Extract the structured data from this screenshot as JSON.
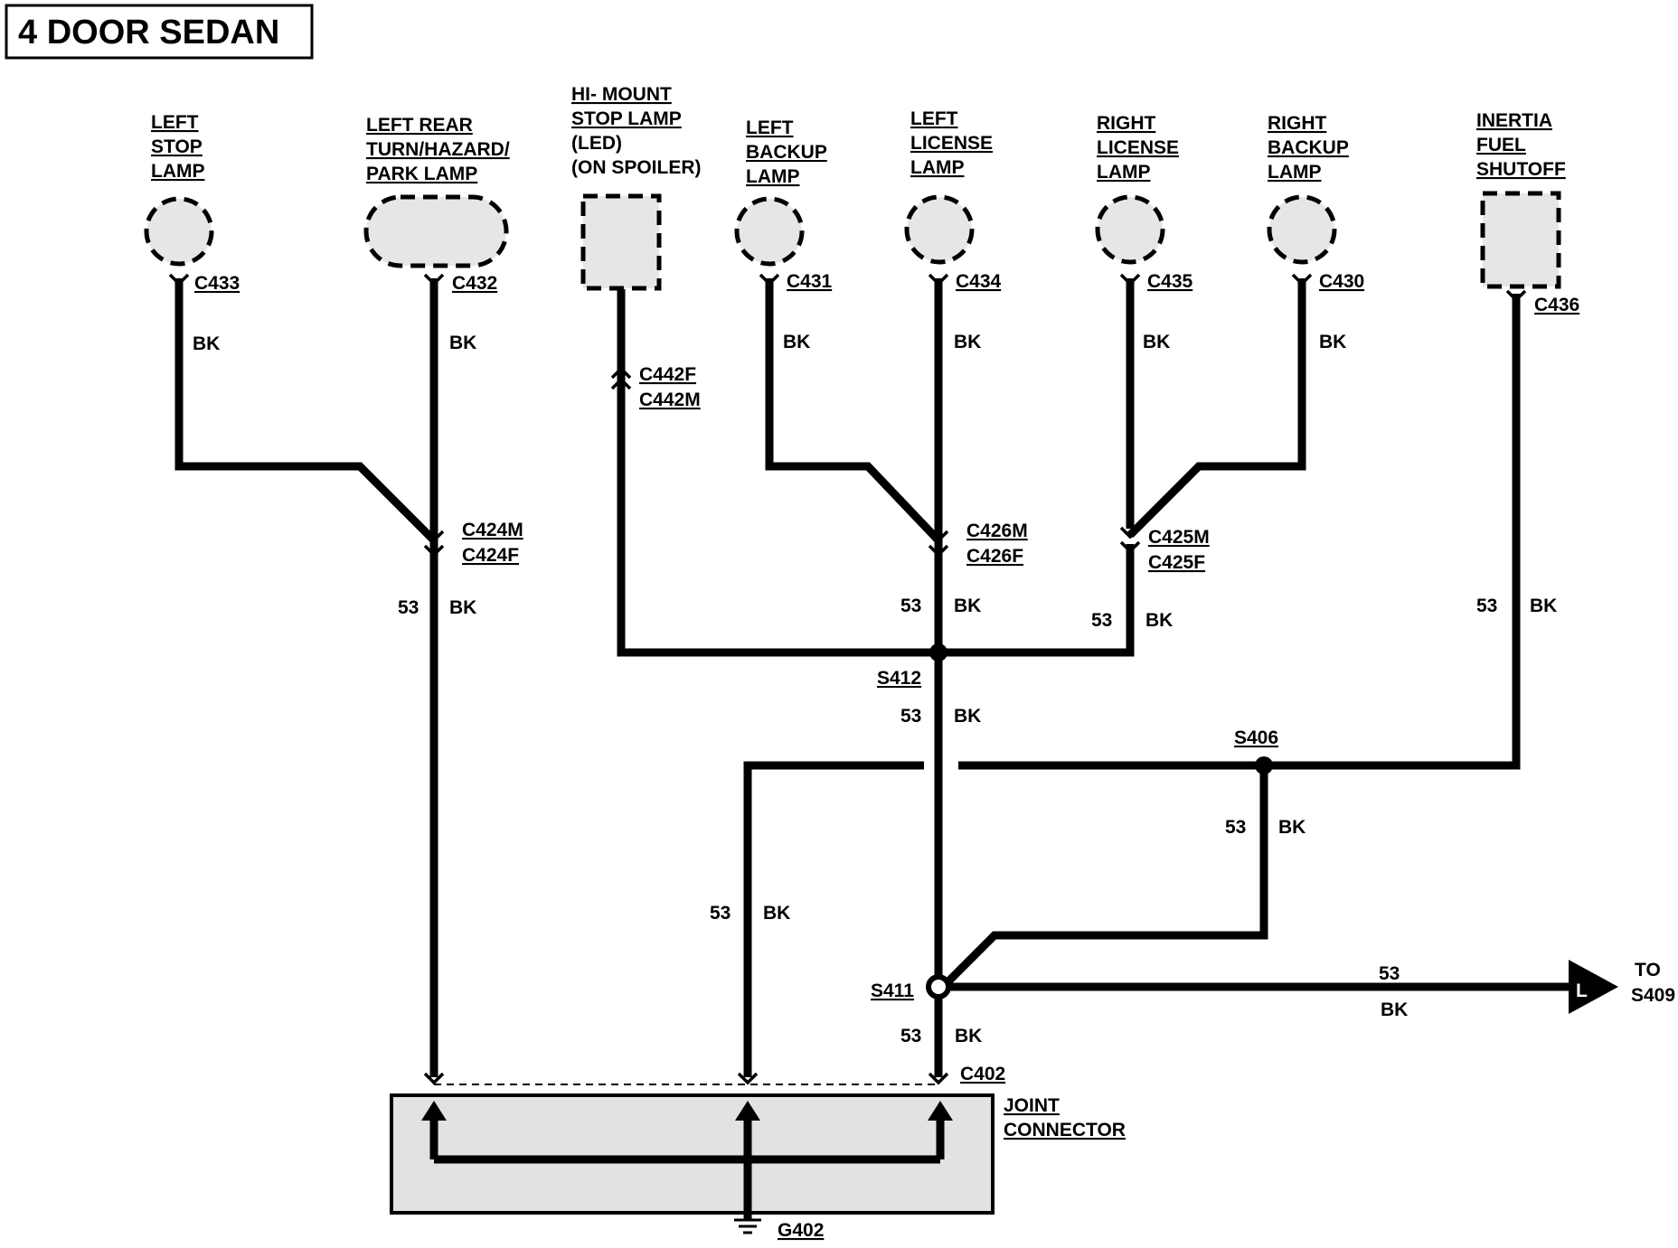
{
  "diagram": {
    "title": "4 DOOR SEDAN",
    "components": {
      "left_stop_lamp": [
        "LEFT",
        "STOP",
        "LAMP"
      ],
      "left_rear_lamp": [
        "LEFT REAR",
        "TURN/HAZARD/",
        "PARK LAMP"
      ],
      "hi_mount_lamp": [
        "HI- MOUNT",
        "STOP LAMP"
      ],
      "hi_mount_lamp_notes": [
        "(LED)",
        "(ON SPOILER)"
      ],
      "left_backup_lamp": [
        "LEFT",
        "BACKUP",
        "LAMP"
      ],
      "left_license_lamp": [
        "LEFT",
        "LICENSE",
        "LAMP"
      ],
      "right_license_lamp": [
        "RIGHT",
        "LICENSE",
        "LAMP"
      ],
      "right_backup_lamp": [
        "RIGHT",
        "BACKUP",
        "LAMP"
      ],
      "inertia_fuel_shutoff": [
        "INERTIA",
        "FUEL",
        "SHUTOFF"
      ],
      "joint_connector": [
        "JOINT",
        "CONNECTOR"
      ]
    },
    "connectors": {
      "c433": "C433",
      "c432": "C432",
      "c431": "C431",
      "c434": "C434",
      "c435": "C435",
      "c430": "C430",
      "c436": "C436",
      "c442": [
        "C442F",
        "C442M"
      ],
      "c424": [
        "C424M",
        "C424F"
      ],
      "c426": [
        "C426M",
        "C426F"
      ],
      "c425": [
        "C425M",
        "C425F"
      ],
      "c402": "C402"
    },
    "splices": {
      "s412": "S412",
      "s406": "S406",
      "s411": "S411"
    },
    "ground": "G402",
    "circuit": "53",
    "wire_color": "BK",
    "arrow_badge": "L",
    "destination": [
      "TO",
      "S409"
    ]
  }
}
